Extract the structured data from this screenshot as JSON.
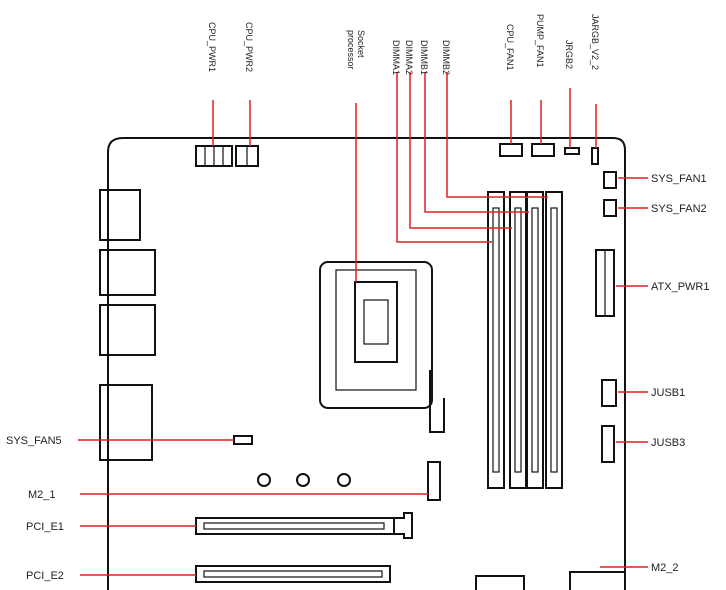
{
  "colors": {
    "board_outline": "#111111",
    "leader_lines": "#e02020",
    "label_text": "#222222",
    "background": "#ffffff"
  },
  "labels_top": {
    "cpu_pwr1": "CPU_PWR1",
    "cpu_pwr2": "CPU_PWR2",
    "socket_line1": "Socket",
    "socket_line2": "processor",
    "dimma1": "DIMMA1",
    "dimma2": "DIMMA2",
    "dimmb1": "DIMMB1",
    "dimmb2": "DIMMB2",
    "cpu_fan1": "CPU_FAN1",
    "pump_fan1": "PUMP_FAN1",
    "jrgb2": "JRGB2",
    "jargb_v2_2": "JARGB_V2_2"
  },
  "labels_right": {
    "sys_fan1": "SYS_FAN1",
    "sys_fan2": "SYS_FAN2",
    "atx_pwr1": "ATX_PWR1",
    "jusb1": "JUSB1",
    "jusb3": "JUSB3",
    "m2_2": "M2_2"
  },
  "labels_left": {
    "sys_fan5": "SYS_FAN5",
    "m2_1": "M2_1",
    "pci_e1": "PCI_E1",
    "pci_e2": "PCI_E2"
  }
}
